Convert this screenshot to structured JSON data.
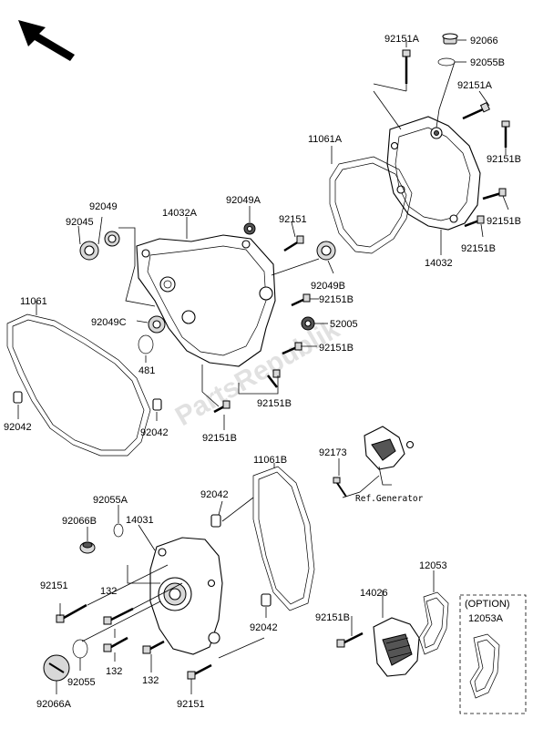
{
  "watermark": "PartsRepublik",
  "ref_generator": "Ref.Generator",
  "option_label": "(OPTION)",
  "labels": {
    "p92151A_top": "92151A",
    "p92066_top": "92066",
    "p92055B": "92055B",
    "p92151A_mid": "92151A",
    "p11061A": "11061A",
    "p92151B_r1": "92151B",
    "p92151B_r2": "92151B",
    "p92151B_r3": "92151B",
    "p14032": "14032",
    "p92049": "92049",
    "p92045": "92045",
    "p14032A": "14032A",
    "p92049A": "92049A",
    "p92151_mid": "92151",
    "p11061": "11061",
    "p92049B": "92049B",
    "p92151B_c1": "92151B",
    "p92049C": "92049C",
    "p52005": "52005",
    "p481": "481",
    "p92151B_c2": "92151B",
    "p92151B_c3": "92151B",
    "p92042_l": "92042",
    "p92042_m": "92042",
    "p92151B_c4": "92151B",
    "p11061B": "11061B",
    "p92173": "92173",
    "p92055A": "92055A",
    "p92042_b1": "92042",
    "p92066B": "92066B",
    "p14031": "14031",
    "p12053": "12053",
    "p92151_l": "92151",
    "p132_1": "132",
    "p14026": "14026",
    "p12053A": "12053A",
    "p92151B_b": "92151B",
    "p92042_b2": "92042",
    "p132_2": "132",
    "p132_3": "132",
    "p92055": "92055",
    "p92066A": "92066A",
    "p92151_b": "92151"
  }
}
